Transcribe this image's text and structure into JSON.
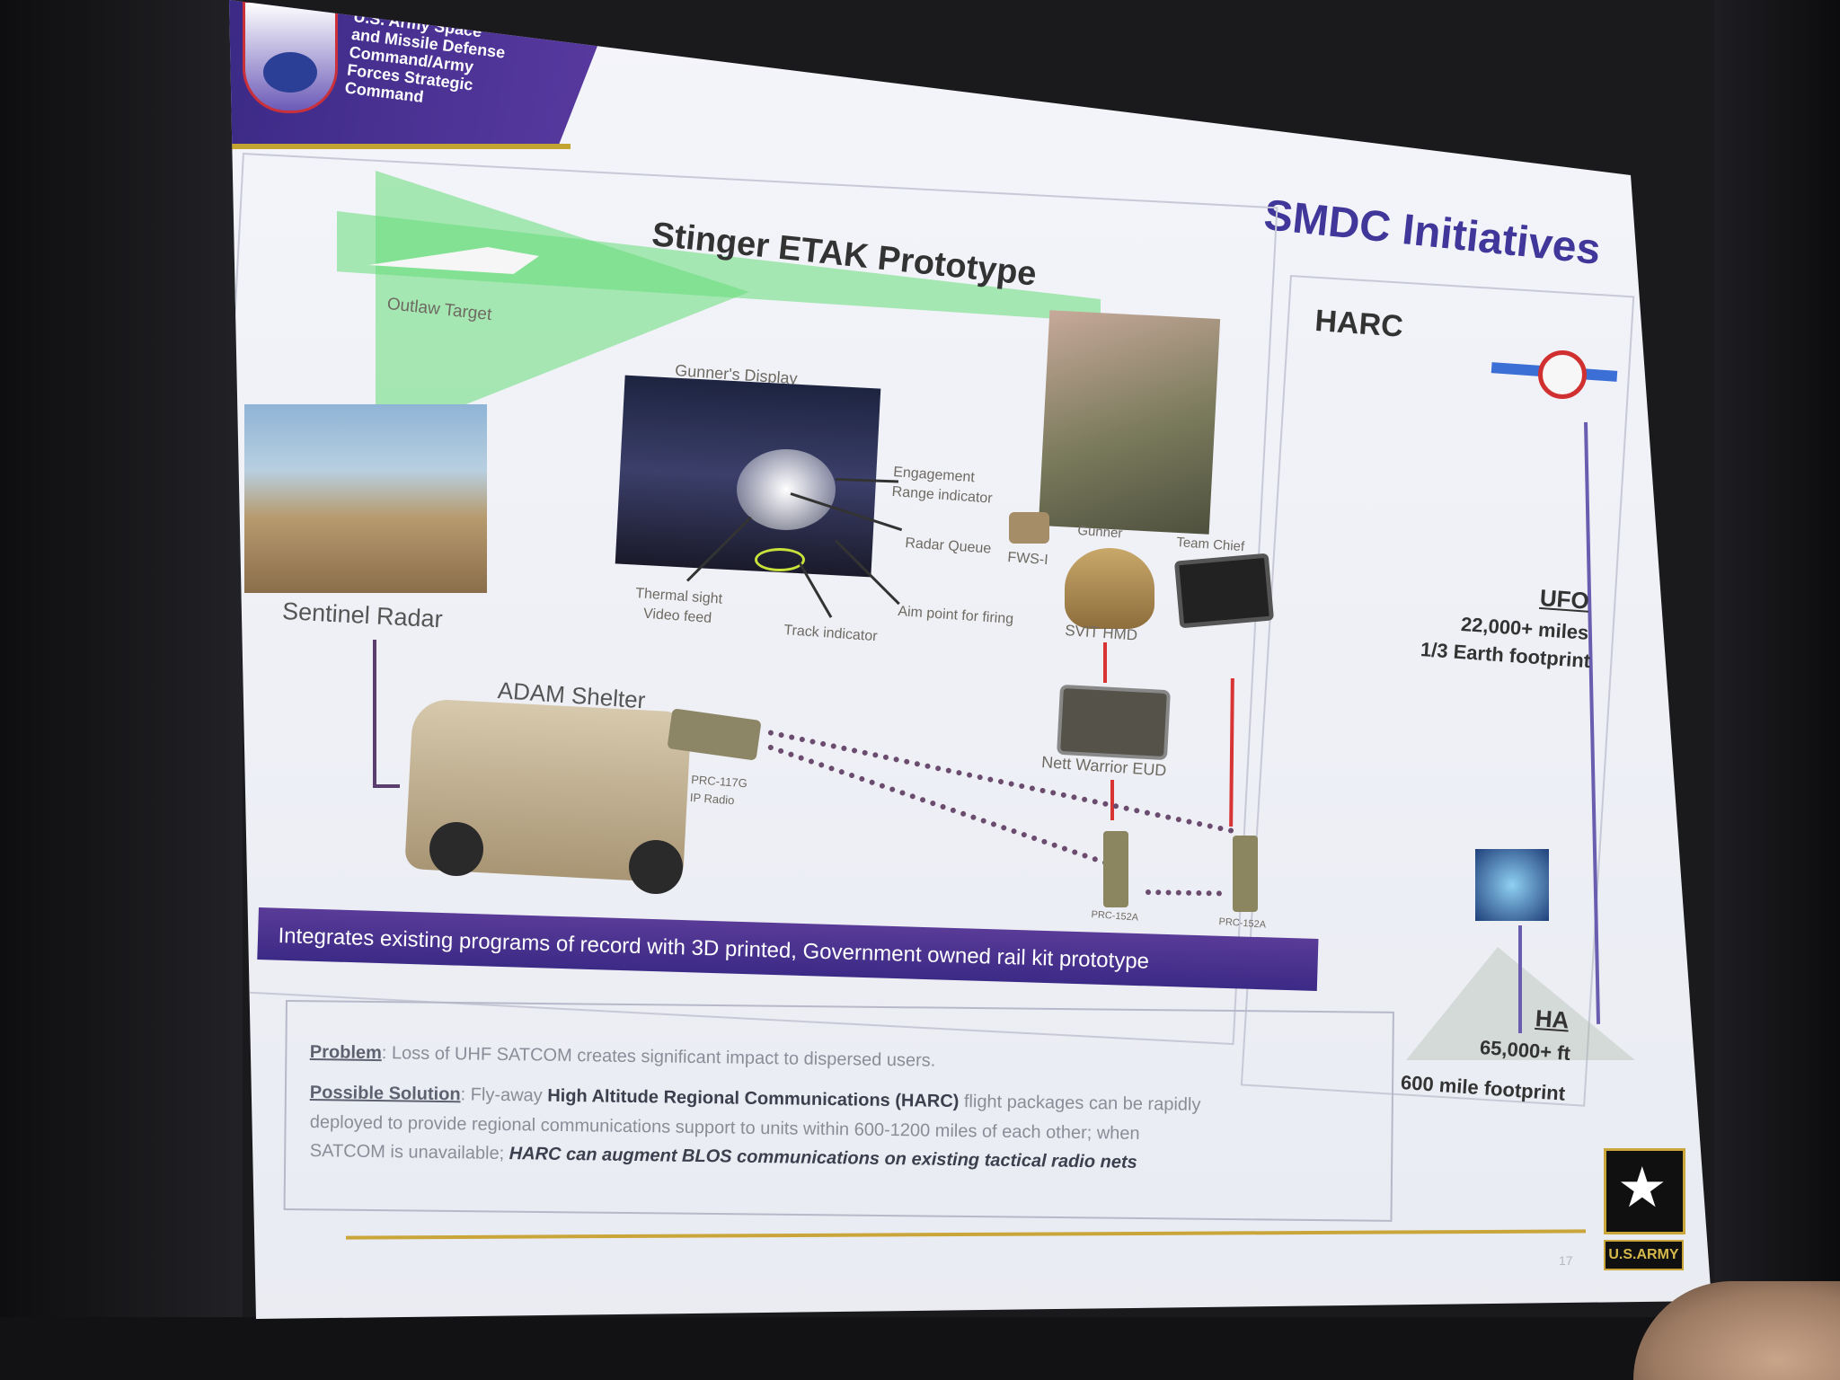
{
  "header": {
    "org_line1": "U.S. Army Space",
    "org_line2": "and Missile Defense",
    "org_line3": "Command/Army",
    "org_line4": "Forces Strategic",
    "org_line5": "Command"
  },
  "slide": {
    "title": "SMDC Initiatives",
    "number": "17"
  },
  "etak": {
    "title": "Stinger ETAK Prototype",
    "outlaw_target": "Outlaw Target",
    "gunners_display": "Gunner's Display",
    "engagement_line1": "Engagement",
    "engagement_line2": "Range indicator",
    "radar_queue": "Radar Queue",
    "thermal_line1": "Thermal sight",
    "thermal_line2": "Video feed",
    "track_indicator": "Track indicator",
    "aim_point": "Aim point for firing",
    "sentinel_radar": "Sentinel Radar",
    "adam_shelter": "ADAM Shelter",
    "prc117g_line1": "PRC-117G",
    "prc117g_line2": "IP Radio",
    "gunner": "Gunner",
    "team_chief": "Team Chief",
    "fws": "FWS-I",
    "svit_hmd": "SVIT HMD",
    "nett_warrior": "Nett Warrior EUD",
    "prc152a_left": "PRC-152A",
    "prc152a_right": "PRC-152A",
    "banner": "Integrates existing programs of record with 3D printed, Government owned rail kit prototype"
  },
  "harc": {
    "title": "HARC",
    "ufo": "UFO",
    "ufo_miles": "22,000+ miles",
    "ufo_footprint": "1/3 Earth footprint",
    "ha": "HA",
    "ha_alt": "65,000+ ft",
    "ha_footprint": "600 mile footprint"
  },
  "info": {
    "problem_label": "Problem",
    "problem_text": ": Loss of UHF SATCOM creates significant impact to dispersed users.",
    "solution_label": "Possible Solution",
    "solution_pre": ": Fly-away ",
    "solution_bold": "High Altitude Regional Communications (HARC)",
    "solution_post": " flight packages can be rapidly",
    "solution_line2": "deployed to provide regional communications support to units within 600-1200 miles of each other; when",
    "solution_line3_pre": "SATCOM is unavailable; ",
    "solution_line3_bold": "HARC can augment BLOS communications on existing tactical radio nets"
  },
  "army_logo": {
    "wordmark": "U.S.ARMY"
  },
  "colors": {
    "accent_purple": "#3b2a86",
    "title_purple": "#41379a",
    "gold": "#c9a53a",
    "beam_green": "#66dc78",
    "arrow_red": "#d83434"
  }
}
